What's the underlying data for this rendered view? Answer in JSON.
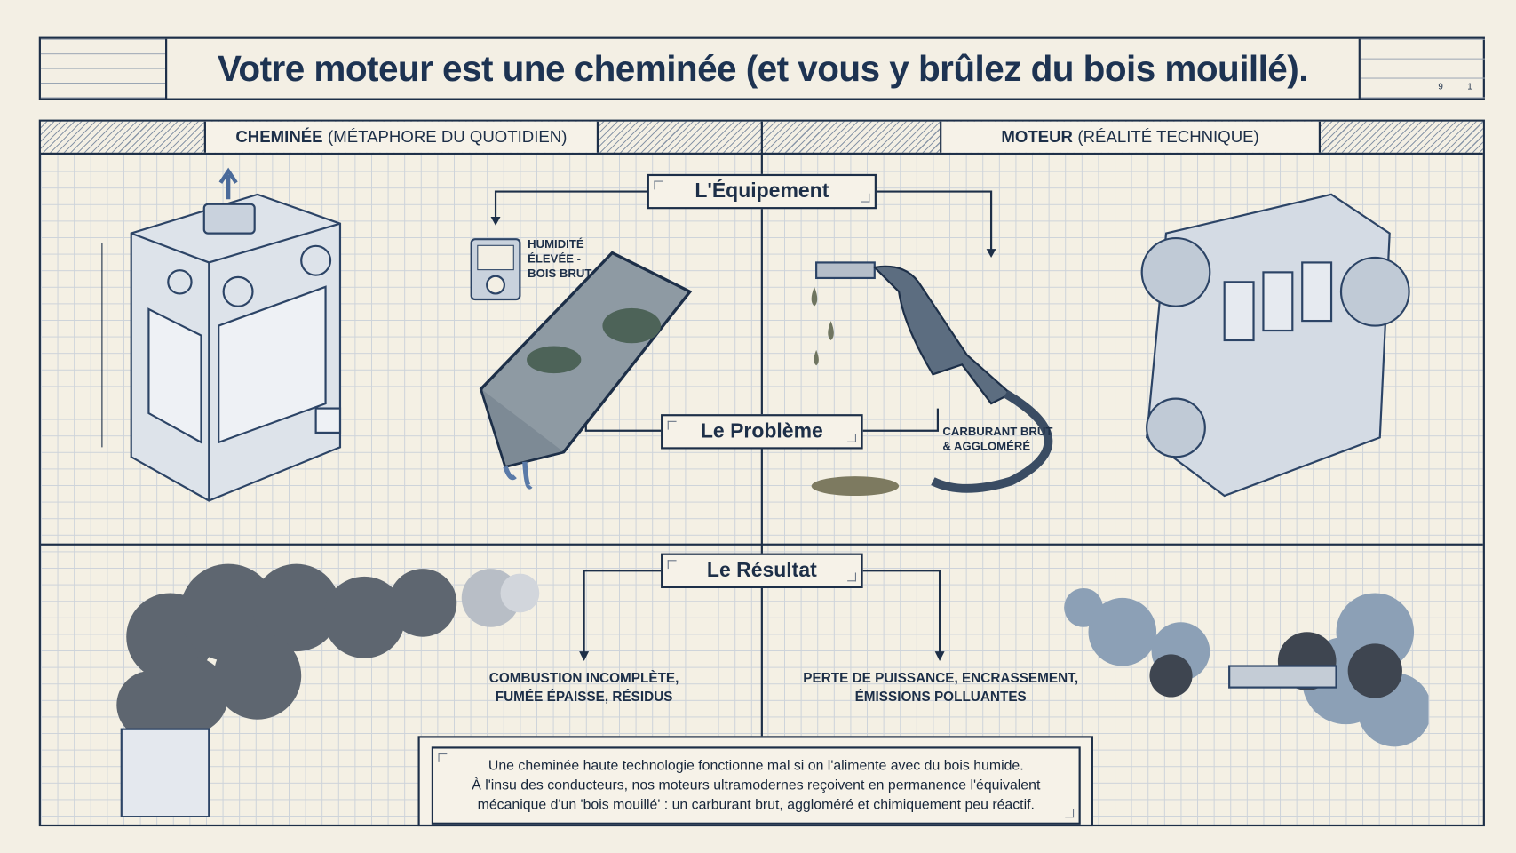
{
  "title": "Votre moteur est une cheminée (et vous y brûlez du bois mouillé).",
  "headers": {
    "left_bold": "CHEMINÉE",
    "left_rest": "(MÉTAPHORE DU QUOTIDIEN)",
    "right_bold": "MOTEUR",
    "right_rest": "(RÉALITÉ TECHNIQUE)"
  },
  "stages": {
    "equipment": "L'Équipement",
    "problem": "Le Problème",
    "result": "Le Résultat"
  },
  "annotations": {
    "humidity_line1": "HUMIDITÉ",
    "humidity_line2": "ÉLEVÉE -",
    "humidity_line3": "BOIS BRUT",
    "fuel_line1": "CARBURANT BRUT",
    "fuel_line2": "& AGGLOMÉRÉ"
  },
  "results": {
    "left_line1": "COMBUSTION INCOMPLÈTE,",
    "left_line2": "FUMÉE ÉPAISSE, RÉSIDUS",
    "right_line1": "PERTE DE PUISSANCE, ENCRASSEMENT,",
    "right_line2": "ÉMISSIONS POLLUANTES"
  },
  "summary": {
    "line1": "Une cheminée haute technologie fonctionne mal si on l'alimente avec du bois humide.",
    "line2": "À l'insu des conducteurs, nos moteurs ultramodernes reçoivent en permanence l'équivalent",
    "line3": "mécanique d'un 'bois mouillé' : un carburant brut, aggloméré et chimiquement peu réactif."
  },
  "title_block": {
    "sheet": "9",
    "of": "1"
  }
}
